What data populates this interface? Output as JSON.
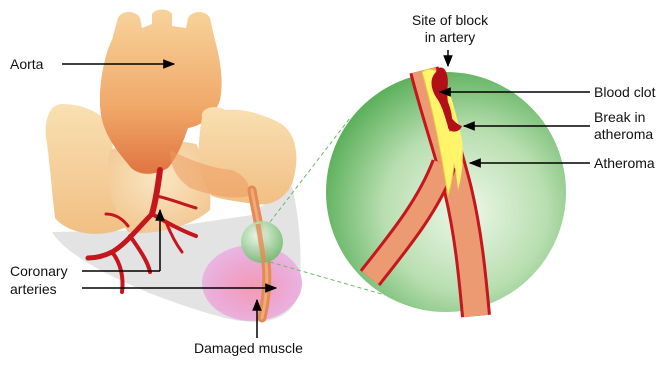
{
  "labels": {
    "aorta": "Aorta",
    "coronary_line1": "Coronary",
    "coronary_line2": "arteries",
    "damaged_muscle": "Damaged muscle",
    "site_line1": "Site of block",
    "site_line2": "in artery",
    "blood_clot": "Blood clot",
    "break_line1": "Break in",
    "break_line2": "atheroma",
    "atheroma": "Atheroma"
  },
  "colors": {
    "heart_light": "#f6d7a4",
    "heart_dark": "#e07a48",
    "artery_red": "#c4161c",
    "zoom_green": "#58ae58",
    "zoom_green_light": "#e9f5e4",
    "atheroma_yellow": "#fff46a",
    "damage_pink": "#e8a6d4",
    "shadow_gray": "#e3e3e3"
  }
}
